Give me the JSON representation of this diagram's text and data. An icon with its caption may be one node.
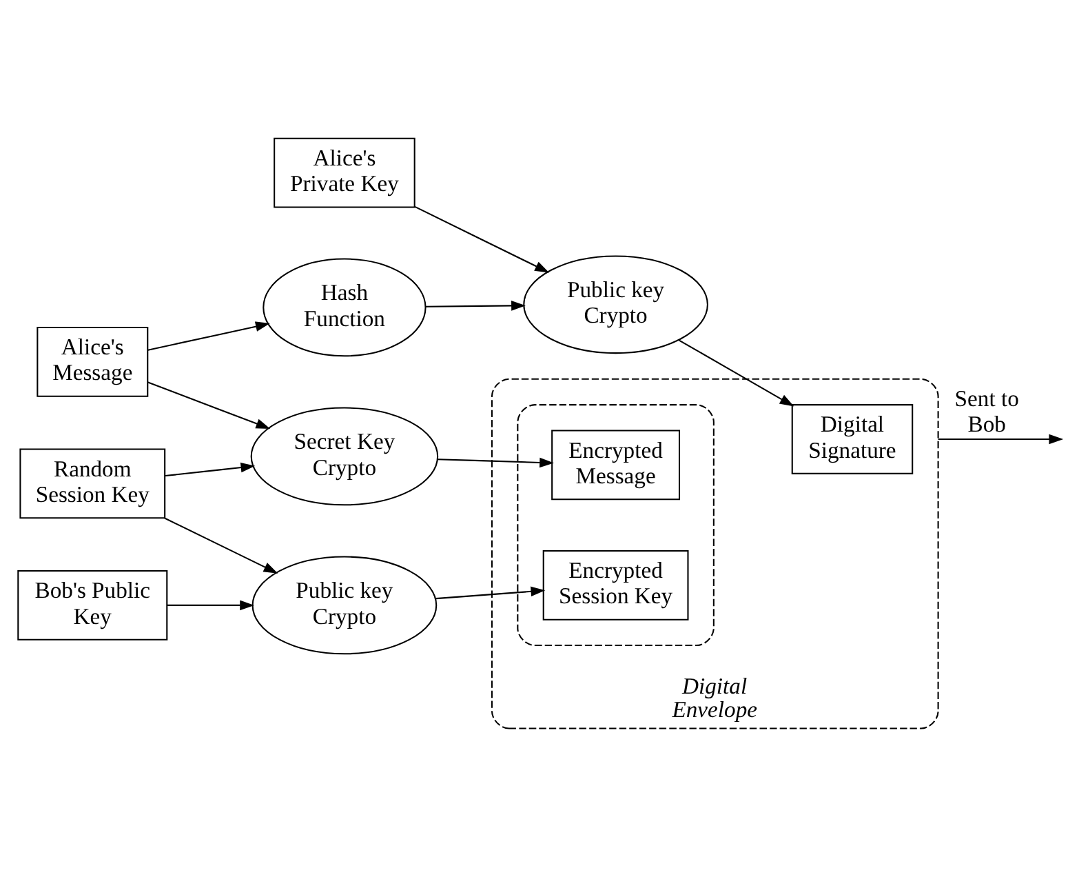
{
  "diagram": {
    "nodes": [
      {
        "text": [
          "Alice's Private Key"
        ]
      },
      {
        "text": [
          "Alice's Message"
        ]
      },
      {
        "text": [
          "Random Session Key"
        ]
      },
      {
        "text": [
          "Bob's Public Key"
        ]
      },
      {
        "text": [
          "Public key Crypto"
        ]
      },
      {
        "text": [
          "Hash Function"
        ]
      },
      {
        "text": [
          "Secret Key Crypto"
        ]
      },
      {
        "text": [
          "Public key Crypto"
        ]
      },
      {
        "text": [
          "Digital Envelope"
        ]
      },
      {
        "text": [
          "Digital Signature"
        ],
        "in": 8
      },
      {
        "text": [],
        "shape": "box",
        "in": 8
      },
      {
        "text": [
          "Encrypted Message"
        ],
        "in": 10
      },
      {
        "text": [
          "Encrypted Session Key"
        ],
        "in": 10
      }
    ],
    "edges": [
      {
        "from": 0,
        "to": 4,
        "arrow": "to"
      },
      {
        "from": 1,
        "to": 5,
        "arrow": "to"
      },
      {
        "from": 1,
        "to": 6,
        "arrow": "to"
      },
      {
        "from": 5,
        "to": 4,
        "arrow": "to"
      },
      {
        "from": 2,
        "to": 6,
        "arrow": "to"
      },
      {
        "from": 2,
        "to": 7,
        "arrow": "to"
      },
      {
        "from": 3,
        "to": 7,
        "arrow": "to"
      },
      {
        "from": 4,
        "to": 9,
        "arrow": "to"
      },
      {
        "from": 6,
        "to": 11,
        "arrow": "to"
      },
      {
        "from": 7,
        "to": 12,
        "arrow": "to"
      },
      {
        "from": 8,
        "to": null,
        "label": "Sent to Bob",
        "arrow": "to"
      }
    ]
  }
}
